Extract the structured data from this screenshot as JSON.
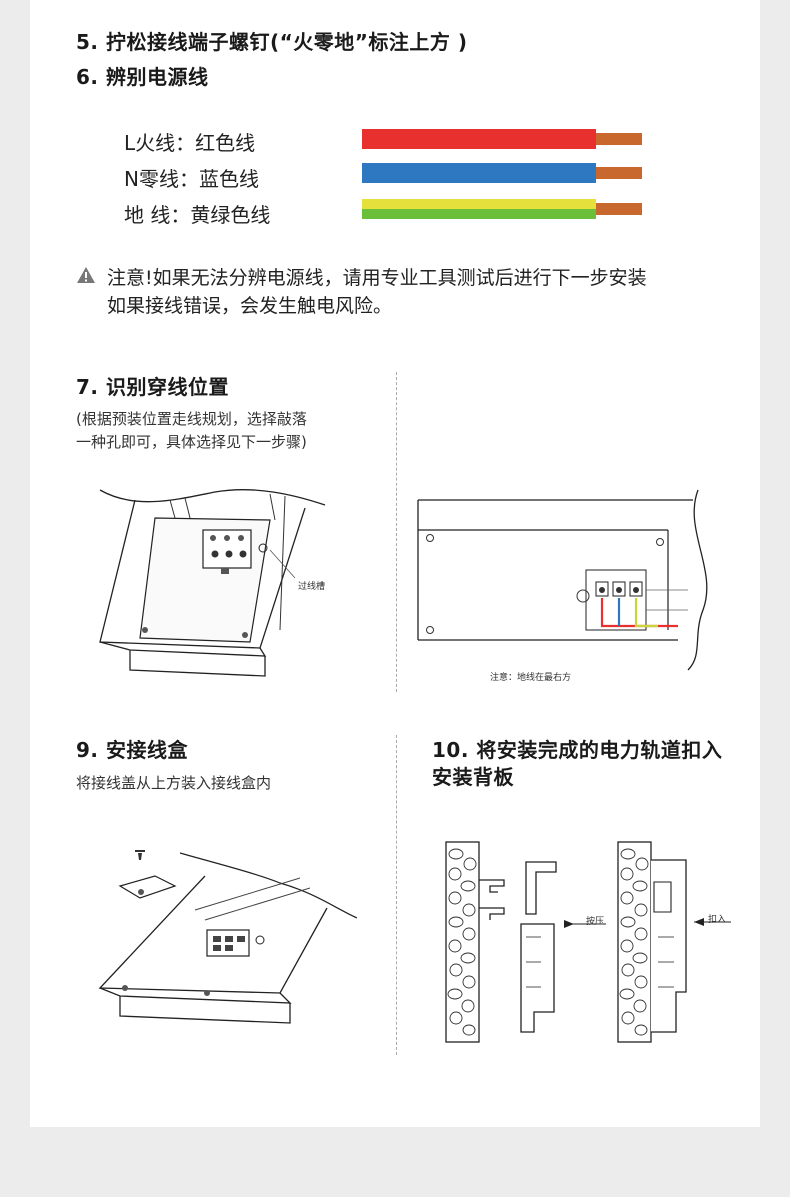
{
  "steps": {
    "step5_title": "5. 拧松接线端子螺钉(“火零地”标注上方 )",
    "step6_title": "6. 辨别电源线",
    "step7_title": "7. 识别穿线位置",
    "step7_desc_line1": "(根据预装位置走线规划，选择敲落",
    "step7_desc_line2": "一种孔即可，具体选择见下一步骤)",
    "step9_title": "9. 安接线盒",
    "step9_desc": "将接线盖从上方装入接线盒内",
    "step10_title_line1": "10. 将安装完成的电力轨道扣入",
    "step10_title_line2": "安装背板"
  },
  "wires": [
    {
      "label": "L火线：红色线",
      "color": "#e8302e"
    },
    {
      "label": "N零线：蓝色线",
      "color": "#2d78c0"
    },
    {
      "label": "地 线：黄绿色线",
      "color_top": "#e6e03c",
      "color_bottom": "#6bbf3b"
    }
  ],
  "copper_color": "#c8682e",
  "warning": {
    "icon": "warning-triangle-icon",
    "line1": "注意!如果无法分辨电源线，请用专业工具测试后进行下一步安装",
    "line2": "如果接线错误，会发生触电风险。"
  },
  "diagram_labels": {
    "wire_slot": "过线槽",
    "note_ground": "注意：地线在最右方",
    "press": "按压",
    "snap_in": "扣入"
  }
}
